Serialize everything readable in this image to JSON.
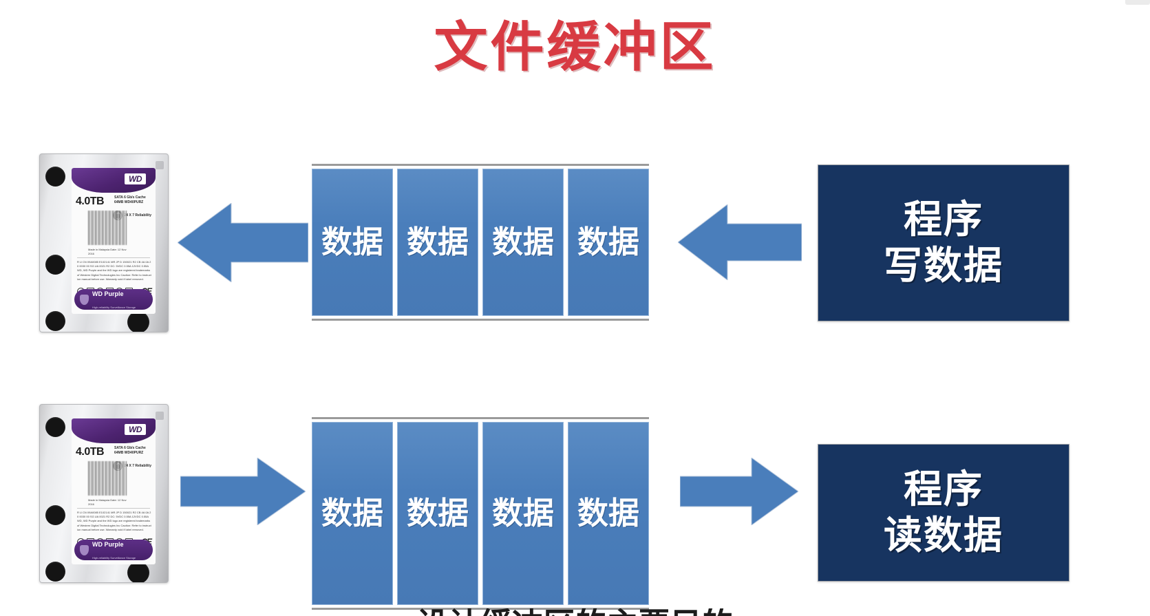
{
  "slide": {
    "title": "文件缓冲区",
    "title_color": "#D83A42",
    "background_color": "#FFFFFF"
  },
  "colors": {
    "buffer_blue": "#4A7EBB",
    "arrow_blue": "#4A7EBB",
    "program_navy": "#173460",
    "buffer_rule_gray": "#9A9A9A",
    "title_red": "#D83A42"
  },
  "hard_drive": {
    "brand": "WD",
    "capacity": "4.0TB",
    "model": "SATA 6 Gb/s Cache 64MB WD40PURZ",
    "reliability_badge": "24 X 7 Reliability",
    "series_name": "WD Purple",
    "series_tagline": "High-reliability Surveillance Storage",
    "label_fine_print_a": "Made in Malaysia\nDate: 12 Nov 2016",
    "label_fine_print_b": "R  U  CN  09A0085  E102141  MR  JP  D  150021  R2  CB 4A 0A  20 0030 00  SG  UA  0021 R2\nDC: 5VDC 0.55A  12VDC 0.55A\nWD, WD Purple and the WD logo are registered trademarks of Western Digital Technologies Inc\nCaution: Refer to instruction manual before use. Warranty void if label removed.",
    "ce_mark": "CE"
  },
  "rows": [
    {
      "id": "write-flow",
      "direction": "right-to-left",
      "storage_label": "hard-disk",
      "arrow_left": {
        "name": "arrow-disk-from-buffer",
        "points": "left",
        "size": "large"
      },
      "buffer": {
        "name": "file-buffer-write",
        "cells": [
          "数据",
          "数据",
          "数据",
          "数据"
        ]
      },
      "arrow_right": {
        "name": "arrow-buffer-from-program",
        "points": "left",
        "size": "medium"
      },
      "program": {
        "line1": "程序",
        "line2": "写数据"
      }
    },
    {
      "id": "read-flow",
      "direction": "left-to-right",
      "storage_label": "hard-disk",
      "arrow_left": {
        "name": "arrow-disk-to-buffer",
        "points": "right",
        "size": "medium"
      },
      "buffer": {
        "name": "file-buffer-read",
        "cells": [
          "数据",
          "数据",
          "数据",
          "数据"
        ]
      },
      "arrow_right": {
        "name": "arrow-buffer-to-program",
        "points": "right",
        "size": "medium"
      },
      "program": {
        "line1": "程序",
        "line2": "读数据"
      }
    }
  ],
  "bottom_caption": {
    "text": "设计缓冲区的主要目的",
    "note": "cropped at slide bottom edge"
  }
}
